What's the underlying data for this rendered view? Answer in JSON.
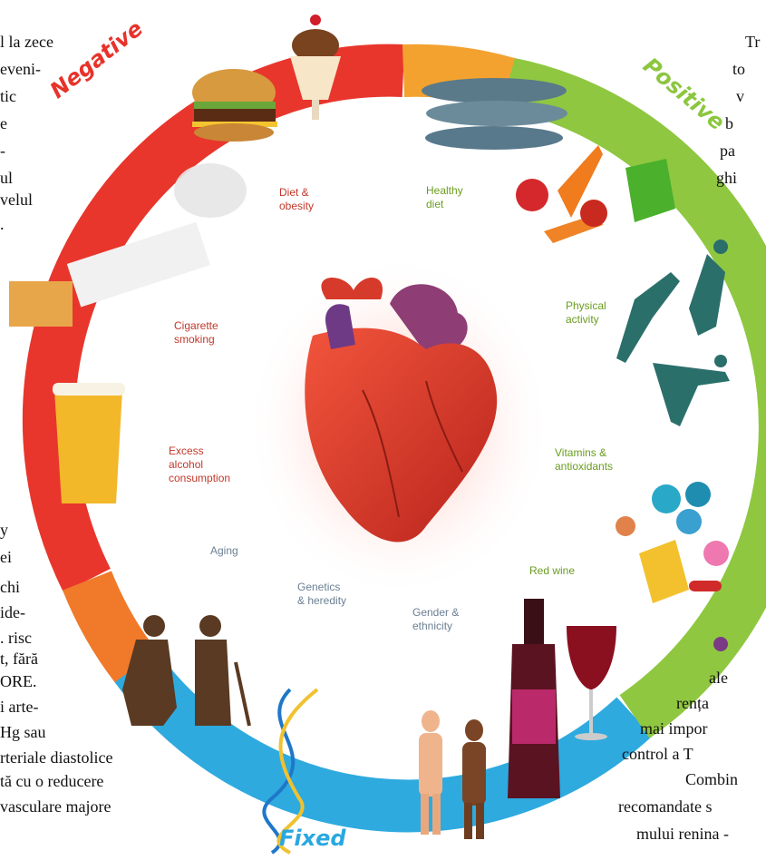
{
  "left_text": [
    "l la zece",
    "eveni-",
    "tic",
    "e",
    "-",
    "ul",
    "velul",
    ".",
    "y",
    "ei",
    "chi",
    "ide-",
    ". risc",
    "t, fără",
    "ORE.",
    "i arte-",
    "Hg sau",
    "rteriale diastolice",
    "tă cu o reducere",
    "vasculare majore"
  ],
  "right_text_top": [
    "Tr",
    "to",
    "v",
    "b",
    "pa",
    "ghi"
  ],
  "right_text_bottom": [
    "ale",
    "rența",
    "mai impor",
    "control a T",
    "Combin",
    "recomandate s",
    "mului renina -"
  ],
  "ring": {
    "negative": "Negative",
    "positive": "Positive",
    "fixed": "Fixed"
  },
  "factors": {
    "diet_obesity": "Diet &\nobesity",
    "cigarette": "Cigarette\nsmoking",
    "alcohol": "Excess\nalcohol\nconsumption",
    "aging": "Aging",
    "genetics": "Genetics\n& heredity",
    "gender": "Gender &\nethnicity",
    "healthy_diet": "Healthy\ndiet",
    "physical": "Physical\nactivity",
    "vitamins": "Vitamins &\nantioxidants",
    "red_wine": "Red wine"
  },
  "colors": {
    "negative": "#e8322a",
    "positive": "#8cc63f",
    "fixed": "#29a8e0"
  }
}
